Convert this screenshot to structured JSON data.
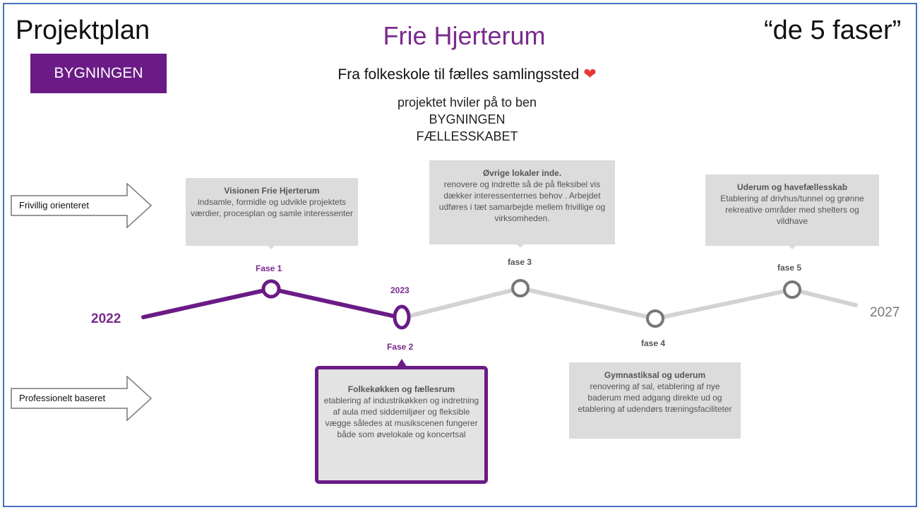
{
  "header": {
    "left_title": "Projektplan",
    "main_title": "Frie Hjerterum",
    "right_title": "“de 5 faser”",
    "tag": "BYGNINGEN",
    "subtitle": "Fra folkeskole til fælles samlingssted",
    "heart": "❤",
    "legs_intro": "projektet hviler på to ben",
    "leg1": "BYGNINGEN",
    "leg2": "FÆLLESSKABET"
  },
  "arrows": {
    "top": "Frivillig orienteret",
    "bottom": "Professionelt baseret"
  },
  "timeline": {
    "start_year": "2022",
    "end_year": "2027",
    "mid_year": "2023",
    "colors": {
      "active": "#6a1b86",
      "inactive": "#d3d3d3",
      "node_inactive": "#777777"
    },
    "phases": [
      {
        "label": "Fase 1",
        "status": "completed",
        "box_title": "Visionen Frie Hjerterum",
        "box_text": "indsamle, formidle og udvikle projektets værdier, procesplan og samle interessenter"
      },
      {
        "label": "Fase 2",
        "status": "current",
        "box_title": "Folkekøkken og fællesrum",
        "box_text": "etablering af industrikøkken og indretning af aula med siddemiljøer og fleksible vægge således at musikscenen fungerer både som øvelokale og koncertsal"
      },
      {
        "label": "fase 3",
        "status": "upcoming",
        "box_title": "Øvrige lokaler inde.",
        "box_text": "renovere og indrette så de på fleksibel vis dækker interessenternes behov . Arbejdet udføres i tæt samarbejde mellem frivillige og virksomheden."
      },
      {
        "label": "fase 4",
        "status": "upcoming",
        "box_title": "Gymnastiksal og uderum",
        "box_text": "renovering af sal, etablering af nye baderum med adgang direkte ud og etablering af udendørs træningsfaciliteter"
      },
      {
        "label": "fase 5",
        "status": "upcoming",
        "box_title": "Uderum og havefællesskab",
        "box_text": "Etablering af drivhus/tunnel og grønne rekreative områder med shelters og vildhave"
      }
    ]
  }
}
